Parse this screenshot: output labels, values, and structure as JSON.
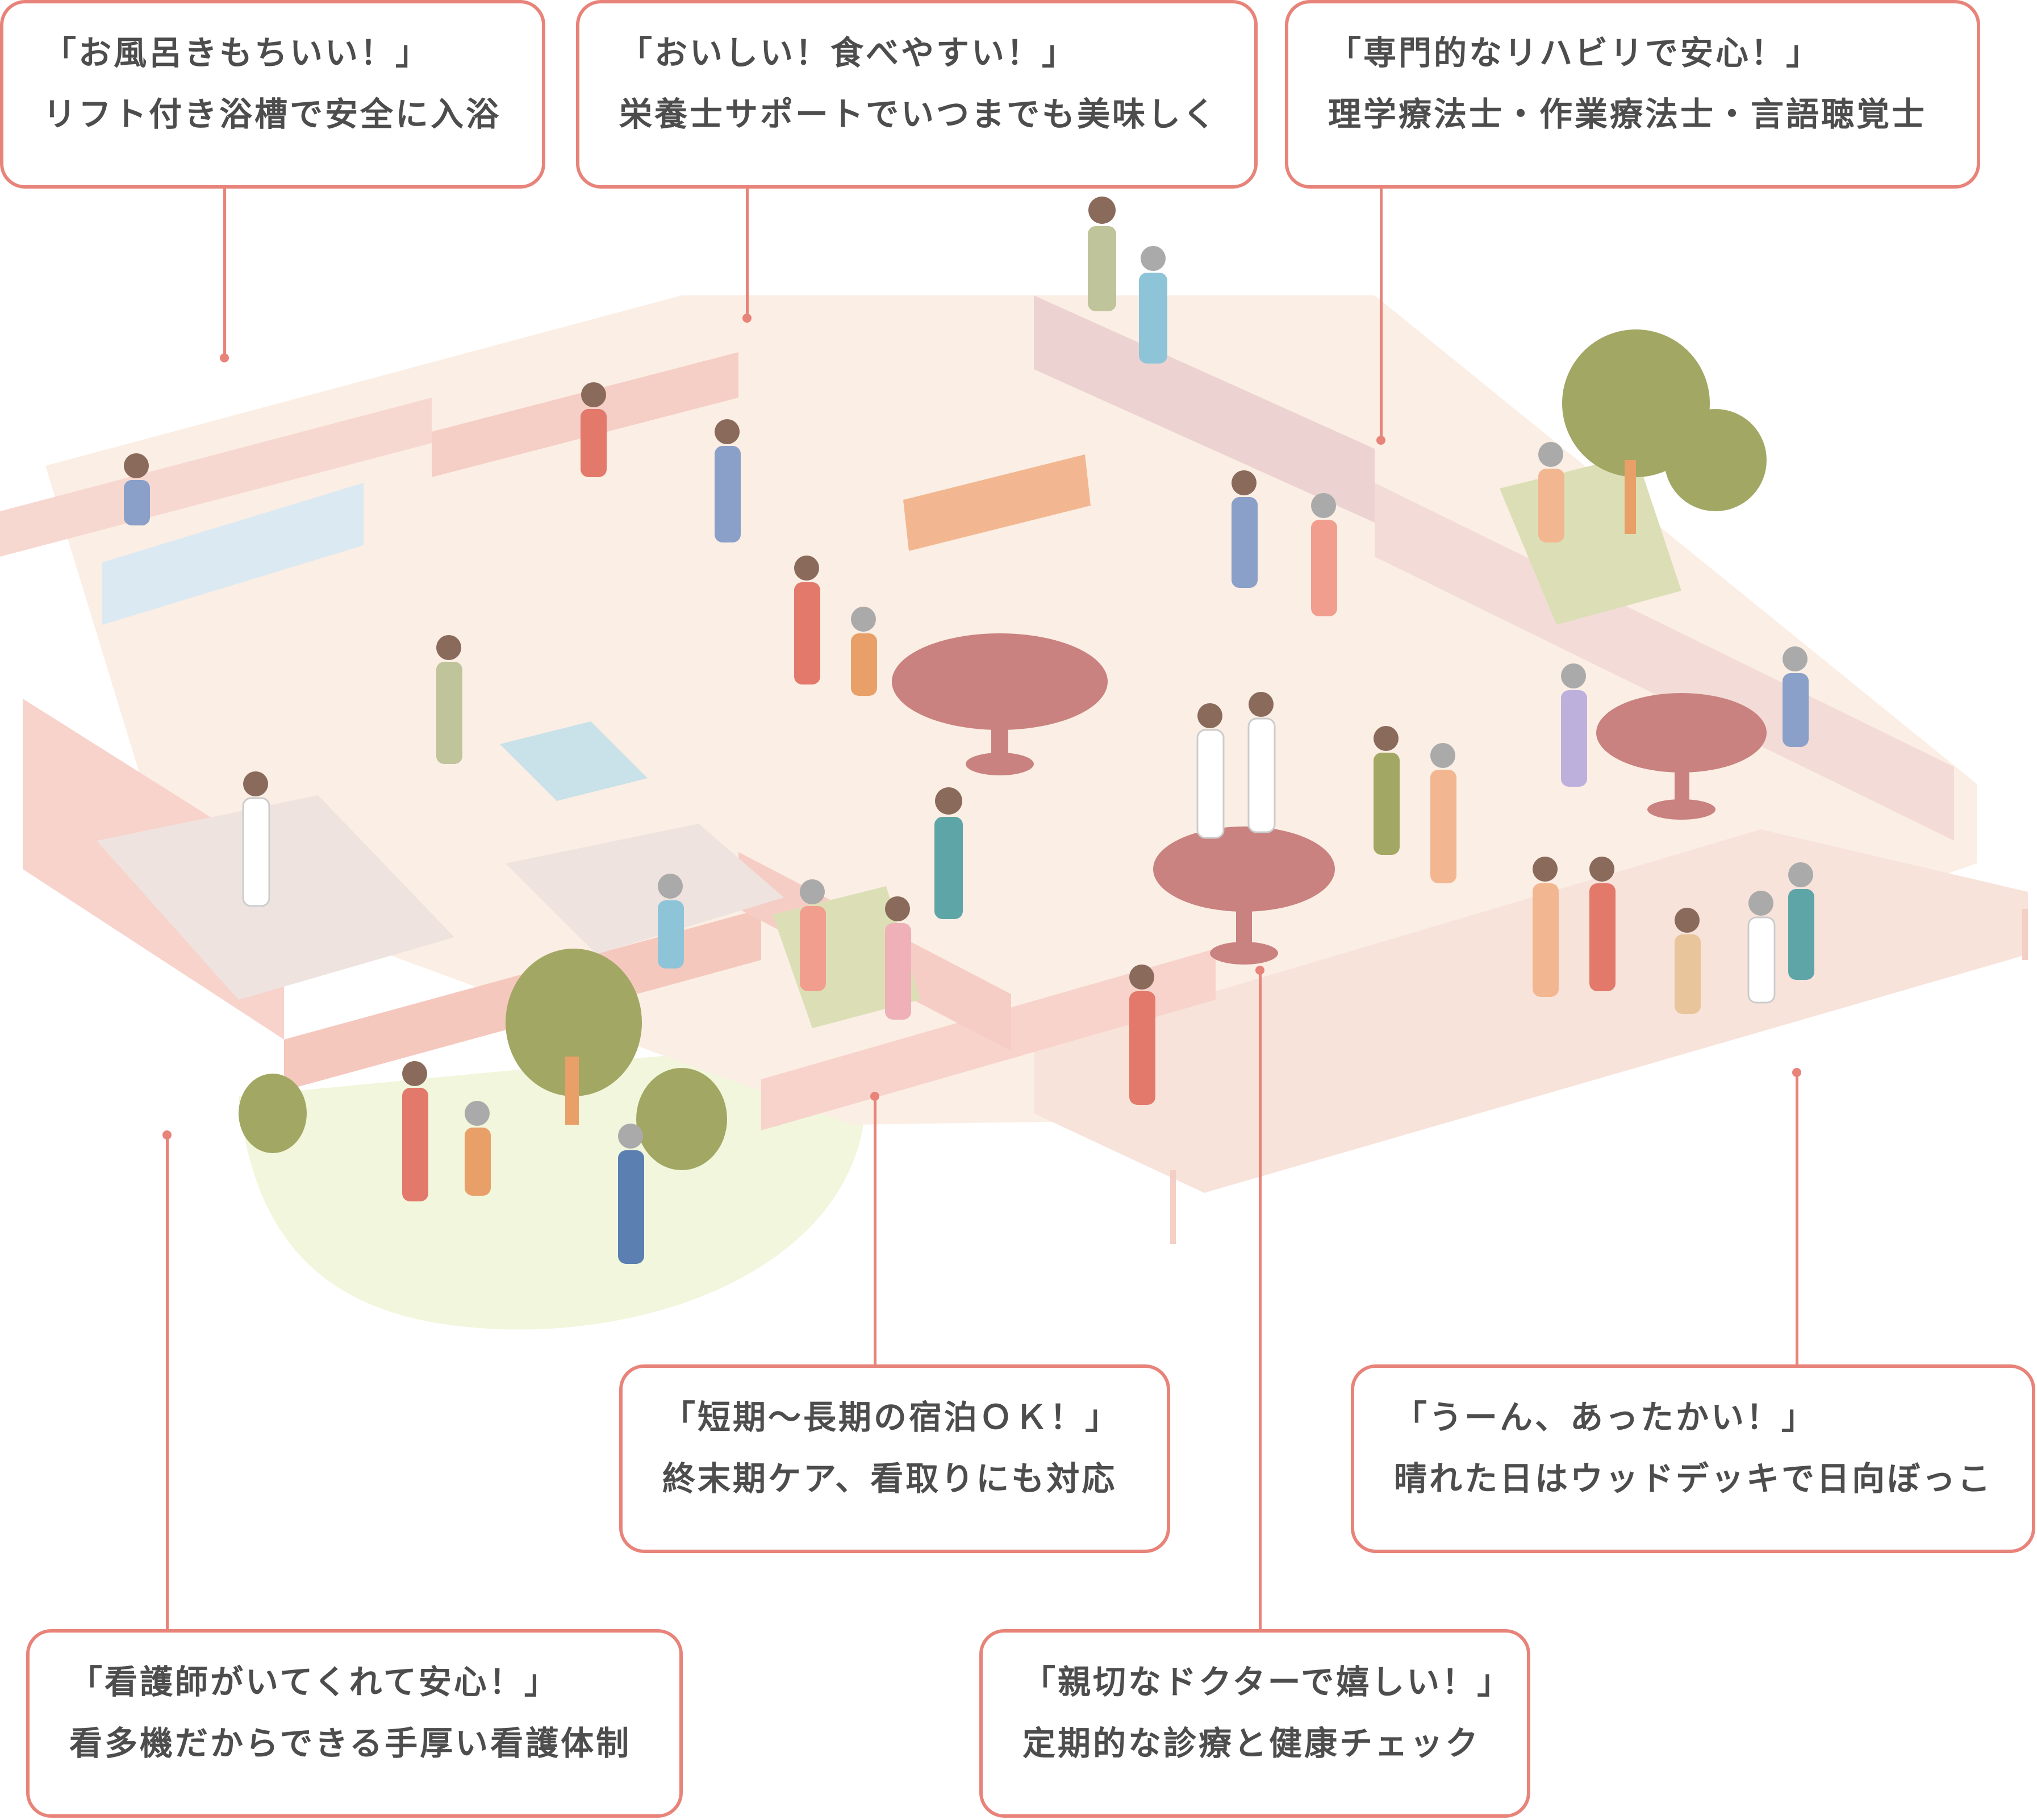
{
  "colors": {
    "accent": "#e8837a",
    "text": "#4d4d4d",
    "floor": "#fbeee4",
    "wall": "#f7d3cb",
    "lawn": "#f1f6dc",
    "tree": "#a3a764"
  },
  "callouts": [
    {
      "id": "bath",
      "title": "「お風呂きもちいい！」",
      "sub": "リフト付き浴槽で安全に入浴"
    },
    {
      "id": "meal",
      "title": "「おいしい！食べやすい！」",
      "sub": "栄養士サポートでいつまでも美味しく"
    },
    {
      "id": "rehab",
      "title": "「専門的なリハビリで安心！」",
      "sub": "理学療法士・作業療法士・言語聴覚士"
    },
    {
      "id": "stay",
      "title": "「短期〜長期の宿泊ＯＫ！」",
      "sub": "終末期ケア、看取りにも対応"
    },
    {
      "id": "deck",
      "title": "「うーん、あったかい！」",
      "sub": "晴れた日はウッドデッキで日向ぼっこ"
    },
    {
      "id": "nurse",
      "title": "「看護師がいてくれて安心！」",
      "sub": "看多機だからできる手厚い看護体制"
    },
    {
      "id": "doctor",
      "title": "「親切なドクターで嬉しい！」",
      "sub": "定期的な診療と健康チェック"
    }
  ]
}
